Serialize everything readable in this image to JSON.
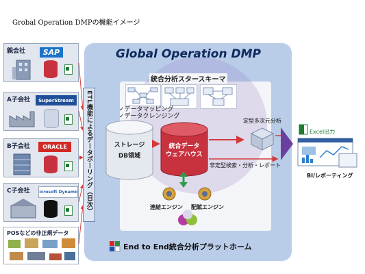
{
  "caption": "Grobal Operation DMPの機能イメージ",
  "platform": {
    "title": "Global Operation DMP",
    "star_schema": "統合分析スタースキーマ",
    "checks": [
      "✓データマッピング",
      "✓データクレンジング"
    ],
    "storage_line1": "ストレージ",
    "storage_line2": "DB領域",
    "dwh_line1": "統合データ",
    "dwh_line2": "ウェアハウス",
    "engine_link": "連結エンジン",
    "engine_report": "配賦エンジン",
    "footer": "End to End統合分析プラットホーム"
  },
  "etl_label": "ETL機能によるデータポーリング（日次）",
  "companies": [
    {
      "label": "親会社",
      "logo": "SAP",
      "logo_color": "#1a73c8",
      "db_color": "#c8323f"
    },
    {
      "label": "A子会社",
      "logo": "SuperStream",
      "logo_color": "#1e4f98",
      "db_color": "#cfd6e6"
    },
    {
      "label": "B子会社",
      "logo": "ORACLE",
      "logo_color": "#d22b27",
      "db_color": "#c8323f"
    },
    {
      "label": "C子会社",
      "logo": "Microsoft Dynamics",
      "logo_color": "#2b62b8",
      "db_color": "#111111"
    },
    {
      "label": "POSなどの非正規データ",
      "logo": "",
      "logo_color": "",
      "db_color": ""
    }
  ],
  "analysis": {
    "multidim": "定型多次元分析",
    "adhoc": "非定型検索・分析・レポート"
  },
  "output": {
    "excel": "Excel出力",
    "bi": "BI/レポーティング"
  },
  "colors": {
    "platform": "#b9cde9",
    "arrow_red": "#d03a3a",
    "arrow_purple": "#6b3fa0",
    "dwh_red": "#c8323f",
    "storage_grey": "#d9dde6",
    "green_arrow": "#2e9a4a"
  }
}
